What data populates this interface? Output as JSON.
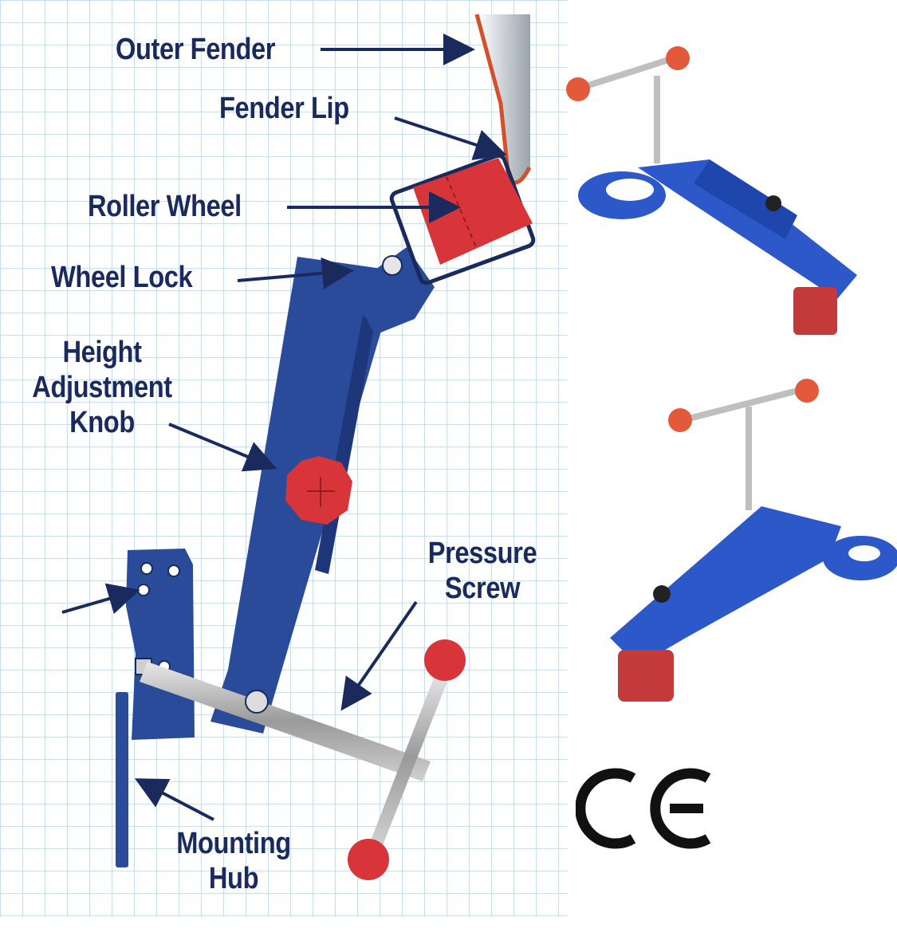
{
  "diagram": {
    "labels": {
      "outer_fender": "Outer Fender",
      "fender_lip": "Fender Lip",
      "roller_wheel": "Roller Wheel",
      "wheel_lock": "Wheel Lock",
      "height_adjustment_knob": [
        "Height",
        "Adjustment",
        "Knob"
      ],
      "pressure_screw": [
        "Pressure",
        "Screw"
      ],
      "mounting_hub": [
        "Mounting",
        "Hub"
      ]
    }
  },
  "certification": {
    "mark": "CE"
  },
  "colors": {
    "tool_blue": "#2a4a9a",
    "knob_red": "#d8353a",
    "label_navy": "#1b2a5c",
    "grid_line": "#b9d3ea",
    "fender_edge": "#d2512b"
  },
  "icons": [
    "ce-mark-icon"
  ]
}
